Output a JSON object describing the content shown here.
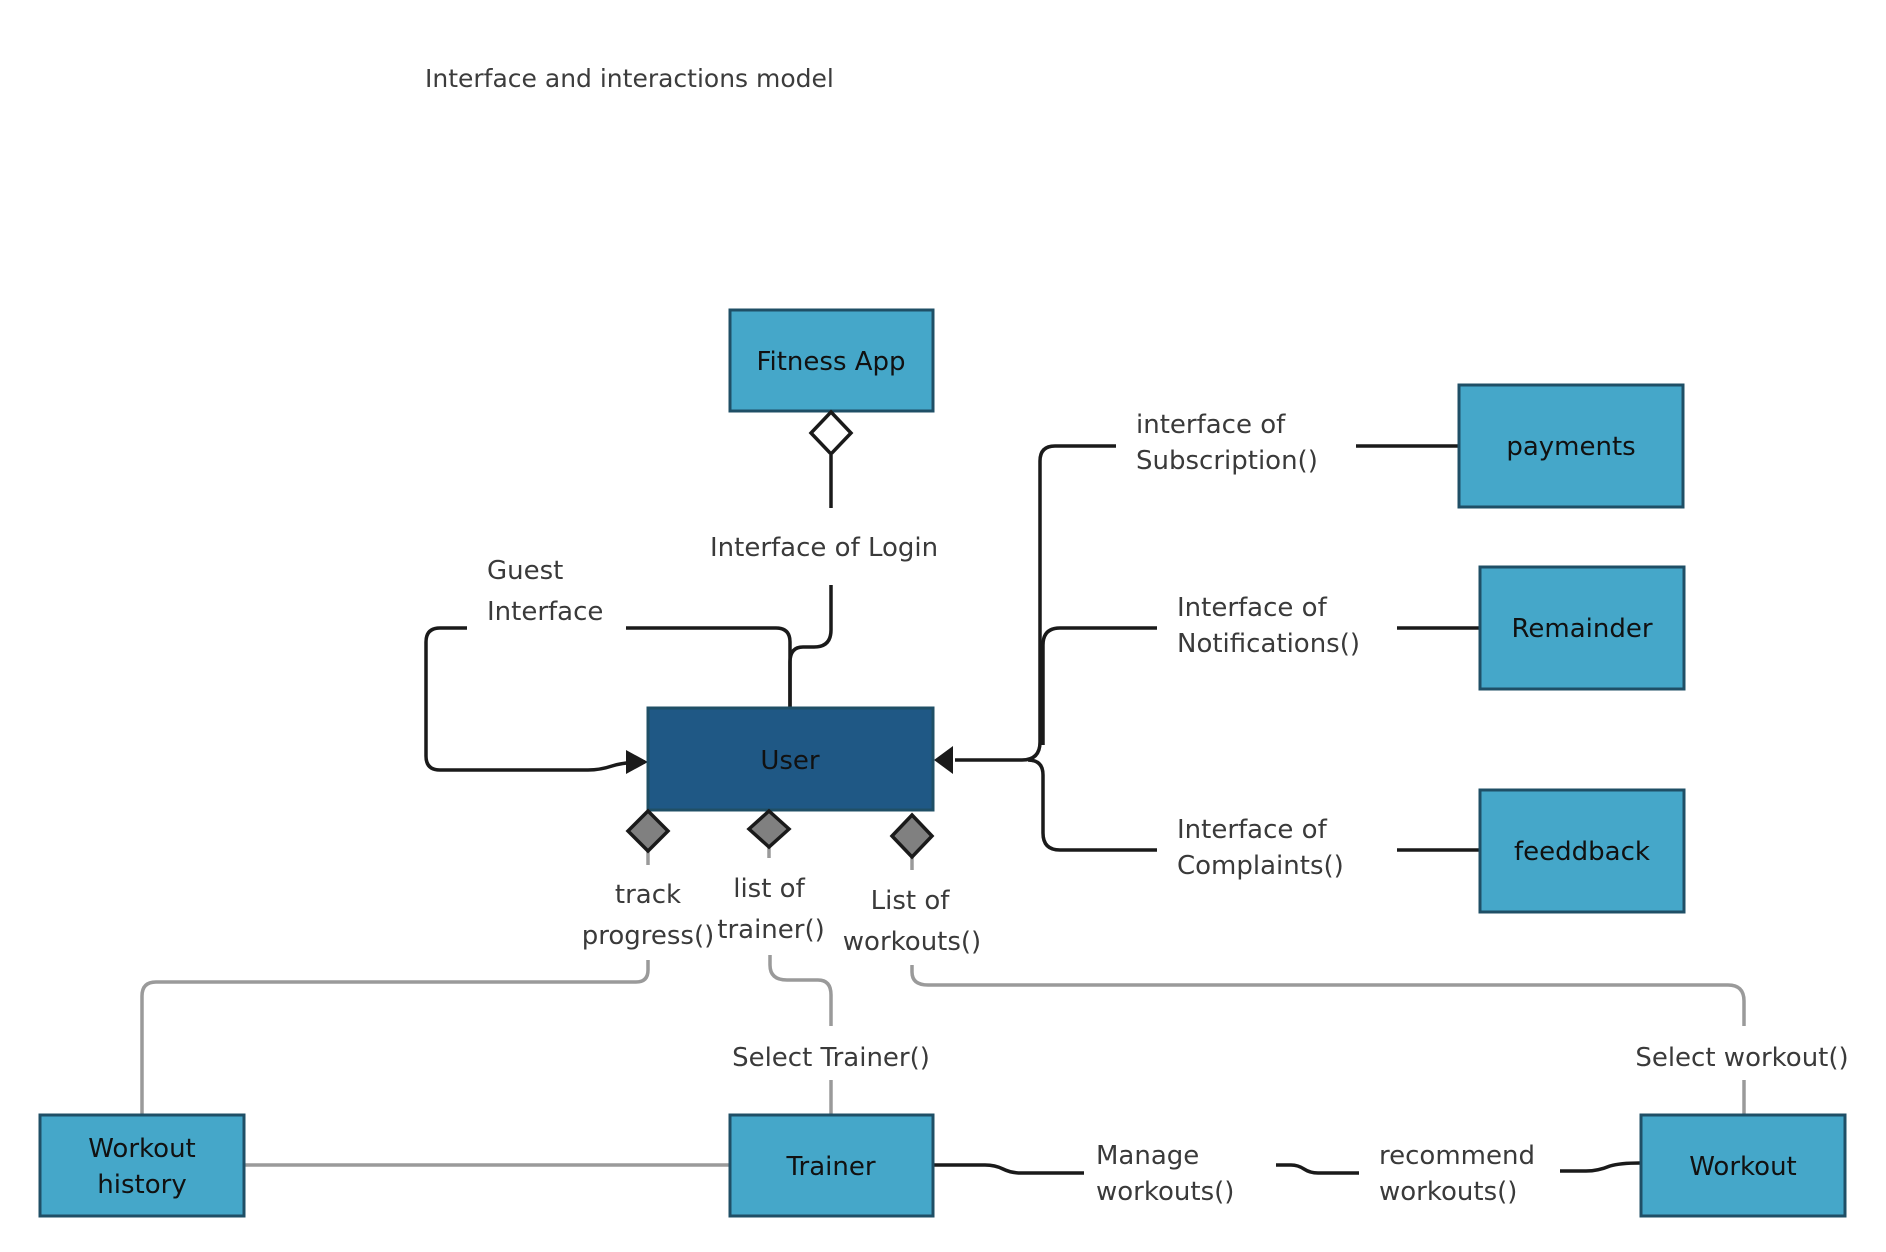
{
  "title": "Interface and interactions model",
  "colors": {
    "box_fill": "#45a7c9",
    "user_fill": "#1f5885",
    "box_border": "#1f4f66",
    "dark_connector": "#1a1a1a",
    "grey_connector": "#9a9a9a",
    "composition_diamond": "#808080"
  },
  "nodes": {
    "fitness_app": "Fitness App",
    "user": "User",
    "payments": "payments",
    "remainder": "Remainder",
    "feedback": "feeddback",
    "workout_history": [
      "Workout",
      "history"
    ],
    "trainer": "Trainer",
    "workout": "Workout"
  },
  "edges": {
    "login": "Interface of Login",
    "guest": [
      "Guest",
      "Interface"
    ],
    "subscription": [
      "interface of",
      "Subscription()"
    ],
    "notifications": [
      "Interface of",
      "Notifications()"
    ],
    "complaints": [
      "Interface of",
      "Complaints()"
    ],
    "track_progress": [
      "track",
      "progress()"
    ],
    "list_trainer": [
      "list of",
      "trainer()"
    ],
    "list_workouts": [
      "List of",
      "workouts()"
    ],
    "select_trainer": "Select Trainer()",
    "select_workout": "Select workout()",
    "manage_workouts": [
      "Manage",
      "workouts()"
    ],
    "recommend_workouts": [
      "recommend",
      "workouts()"
    ]
  }
}
